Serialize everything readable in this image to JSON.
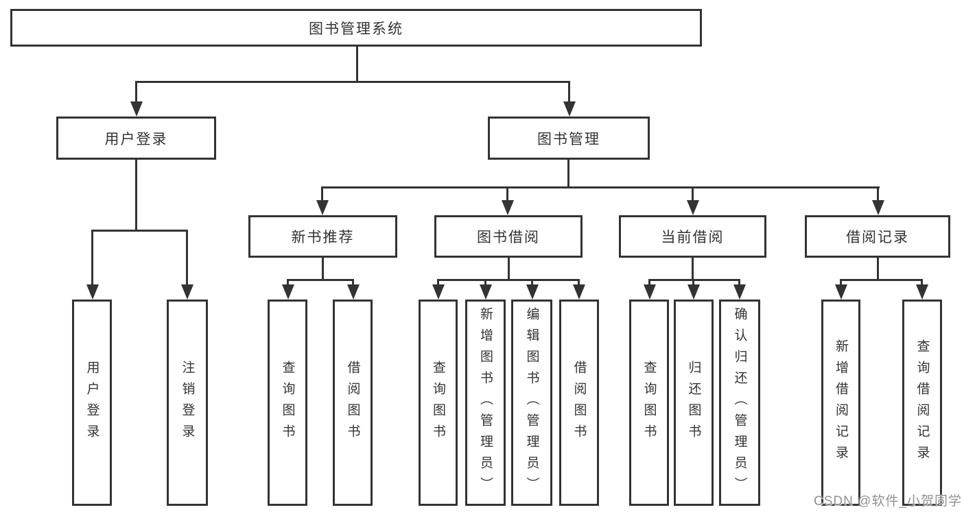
{
  "tree": {
    "label": "图书管理系统",
    "children": [
      {
        "label": "用户登录",
        "children": [
          {
            "label": "用户登录"
          },
          {
            "label": "注销登录"
          }
        ]
      },
      {
        "label": "图书管理",
        "children": [
          {
            "label": "新书推荐",
            "children": [
              {
                "label": "查询图书"
              },
              {
                "label": "借阅图书"
              }
            ]
          },
          {
            "label": "图书借阅",
            "children": [
              {
                "label": "查询图书"
              },
              {
                "label": "新增图书（管理员）"
              },
              {
                "label": "编辑图书（管理员）"
              },
              {
                "label": "借阅图书"
              }
            ]
          },
          {
            "label": "当前借阅",
            "children": [
              {
                "label": "查询图书"
              },
              {
                "label": "归还图书"
              },
              {
                "label": "确认归还（管理员）"
              }
            ]
          },
          {
            "label": "借阅记录",
            "children": [
              {
                "label": "新增借阅记录"
              },
              {
                "label": "查询借阅记录"
              }
            ]
          }
        ]
      }
    ]
  },
  "watermark": {
    "text": "CSDN @软件_小贺同学"
  },
  "colors": {
    "line": "#333333",
    "text": "#333333",
    "background": "#ffffff",
    "watermark": "#919191"
  }
}
